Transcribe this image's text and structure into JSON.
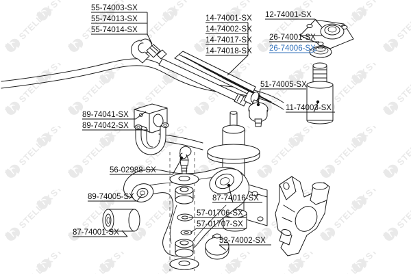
{
  "diagram": {
    "title": "Front suspension and steering exploded parts diagram",
    "brand": "STELLOX",
    "watermark_text": "STELLOX",
    "highlight_color": "#2f6fba",
    "line_color": "#111111",
    "background_color": "#ffffff"
  },
  "label_groups": [
    {
      "id": "group-55",
      "items": [
        {
          "code": "55-74003-SX",
          "highlighted": false
        },
        {
          "code": "55-74013-SX",
          "highlighted": false
        },
        {
          "code": "55-74014-SX",
          "highlighted": false
        }
      ]
    },
    {
      "id": "group-14",
      "items": [
        {
          "code": "14-74001-SX",
          "highlighted": false
        },
        {
          "code": "14-74002-SX",
          "highlighted": false
        },
        {
          "code": "14-74017-SX",
          "highlighted": false
        },
        {
          "code": "14-74018-SX",
          "highlighted": false
        }
      ]
    },
    {
      "id": "group-12",
      "items": [
        {
          "code": "12-74001-SX",
          "highlighted": false
        }
      ]
    },
    {
      "id": "group-26",
      "items": [
        {
          "code": "26-74001-SX",
          "highlighted": false
        },
        {
          "code": "26-74006-SX",
          "highlighted": true
        }
      ]
    },
    {
      "id": "group-51",
      "items": [
        {
          "code": "51-74005-SX",
          "highlighted": false
        }
      ]
    },
    {
      "id": "group-11",
      "items": [
        {
          "code": "11-74003-SX",
          "highlighted": false
        }
      ]
    },
    {
      "id": "group-89-stab",
      "items": [
        {
          "code": "89-74041-SX",
          "highlighted": false
        },
        {
          "code": "89-74042-SX",
          "highlighted": false
        }
      ]
    },
    {
      "id": "group-56",
      "items": [
        {
          "code": "56-02988-SX",
          "highlighted": false
        }
      ]
    },
    {
      "id": "group-89-arm",
      "items": [
        {
          "code": "89-74005-SX",
          "highlighted": false
        }
      ]
    },
    {
      "id": "group-87-bush",
      "items": [
        {
          "code": "87-74001-SX",
          "highlighted": false
        }
      ]
    },
    {
      "id": "group-87-arm",
      "items": [
        {
          "code": "87-74016-SX",
          "highlighted": false
        }
      ]
    },
    {
      "id": "group-57",
      "items": [
        {
          "code": "57-01706-SX",
          "highlighted": false
        },
        {
          "code": "57-01707-SX",
          "highlighted": false
        }
      ]
    },
    {
      "id": "group-52",
      "items": [
        {
          "code": "52-74002-SX",
          "highlighted": false
        }
      ]
    }
  ],
  "labels": {
    "l55_74003": "55-74003-SX",
    "l55_74013": "55-74013-SX",
    "l55_74014": "55-74014-SX",
    "l14_74001": "14-74001-SX",
    "l14_74002": "14-74002-SX",
    "l14_74017": "14-74017-SX",
    "l14_74018": "14-74018-SX",
    "l12_74001": "12-74001-SX",
    "l26_74001": "26-74001-SX",
    "l26_74006": "26-74006-SX",
    "l51_74005": "51-74005-SX",
    "l11_74003": "11-74003-SX",
    "l89_74041": "89-74041-SX",
    "l89_74042": "89-74042-SX",
    "l56_02988": "56-02988-SX",
    "l89_74005": "89-74005-SX",
    "l87_74001": "87-74001-SX",
    "l87_74016": "87-74016-SX",
    "l57_01706": "57-01706-SX",
    "l57_01707": "57-01707-SX",
    "l52_74002": "52-74002-SX"
  },
  "parts": [
    {
      "name": "inner-tie-rod",
      "codes": [
        "55-74003-SX",
        "55-74013-SX",
        "55-74014-SX"
      ]
    },
    {
      "name": "steering-rack-boot",
      "codes": [
        "14-74001-SX",
        "14-74002-SX",
        "14-74017-SX",
        "14-74018-SX"
      ]
    },
    {
      "name": "strut-mount-plate",
      "codes": [
        "12-74001-SX"
      ]
    },
    {
      "name": "strut-mount-bearing",
      "codes": [
        "26-74001-SX",
        "26-74006-SX"
      ]
    },
    {
      "name": "outer-tie-rod-end",
      "codes": [
        "51-74005-SX"
      ]
    },
    {
      "name": "dust-cover-bump-stop",
      "codes": [
        "11-74003-SX"
      ]
    },
    {
      "name": "stabilizer-bar-bushing",
      "codes": [
        "89-74041-SX",
        "89-74042-SX"
      ]
    },
    {
      "name": "stabilizer-link",
      "codes": [
        "56-02988-SX"
      ]
    },
    {
      "name": "control-arm-bushing-front",
      "codes": [
        "89-74005-SX"
      ]
    },
    {
      "name": "control-arm-bushing-rear",
      "codes": [
        "87-74001-SX"
      ]
    },
    {
      "name": "control-arm-bushing-large",
      "codes": [
        "87-74016-SX"
      ]
    },
    {
      "name": "washer-set",
      "codes": [
        "57-01706-SX",
        "57-01707-SX"
      ]
    },
    {
      "name": "lower-ball-joint",
      "codes": [
        "52-74002-SX"
      ]
    },
    {
      "name": "steering-knuckle",
      "codes": []
    },
    {
      "name": "strut-assembly",
      "codes": []
    },
    {
      "name": "stabilizer-bar",
      "codes": []
    },
    {
      "name": "lower-control-arm",
      "codes": []
    }
  ]
}
